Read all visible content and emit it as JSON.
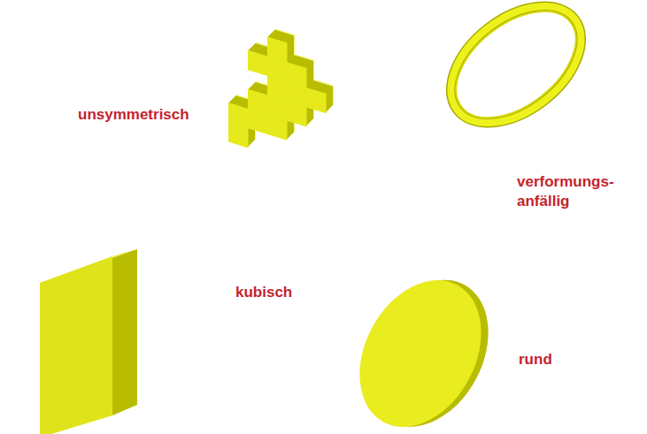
{
  "diagram": {
    "labels": [
      "unsymmetrisch",
      "verformungs- anfällig",
      "kubisch",
      "rund"
    ]
  }
}
